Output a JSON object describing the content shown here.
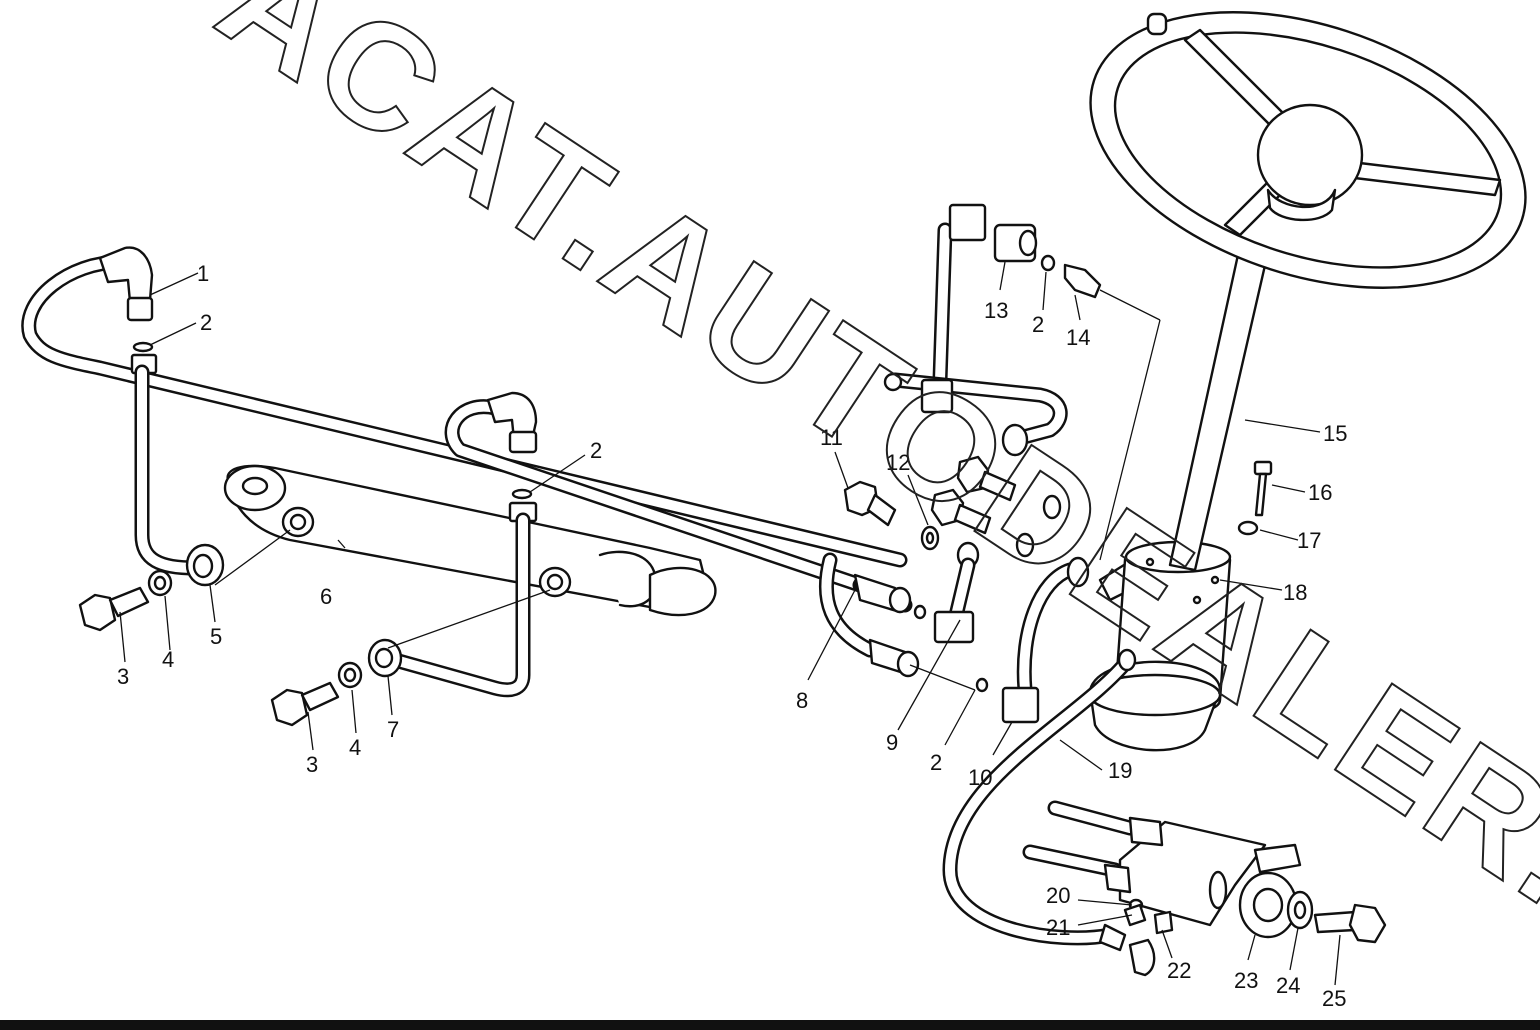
{
  "watermark": {
    "text": "ACAT.AUTODEALER.RU"
  },
  "callouts": [
    {
      "id": "c1",
      "label": "1"
    },
    {
      "id": "c2a",
      "label": "2"
    },
    {
      "id": "c2b",
      "label": "2"
    },
    {
      "id": "c2c",
      "label": "2"
    },
    {
      "id": "c2d",
      "label": "2"
    },
    {
      "id": "c3a",
      "label": "3"
    },
    {
      "id": "c3b",
      "label": "3"
    },
    {
      "id": "c4a",
      "label": "4"
    },
    {
      "id": "c4b",
      "label": "4"
    },
    {
      "id": "c5",
      "label": "5"
    },
    {
      "id": "c6",
      "label": "6"
    },
    {
      "id": "c7",
      "label": "7"
    },
    {
      "id": "c8",
      "label": "8"
    },
    {
      "id": "c9",
      "label": "9"
    },
    {
      "id": "c10",
      "label": "10"
    },
    {
      "id": "c11",
      "label": "11"
    },
    {
      "id": "c12",
      "label": "12"
    },
    {
      "id": "c13",
      "label": "13"
    },
    {
      "id": "c14",
      "label": "14"
    },
    {
      "id": "c15",
      "label": "15"
    },
    {
      "id": "c16",
      "label": "16"
    },
    {
      "id": "c17",
      "label": "17"
    },
    {
      "id": "c18",
      "label": "18"
    },
    {
      "id": "c19",
      "label": "19"
    },
    {
      "id": "c20",
      "label": "20"
    },
    {
      "id": "c21",
      "label": "21"
    },
    {
      "id": "c22",
      "label": "22"
    },
    {
      "id": "c23",
      "label": "23"
    },
    {
      "id": "c24",
      "label": "24"
    },
    {
      "id": "c25",
      "label": "25"
    }
  ]
}
